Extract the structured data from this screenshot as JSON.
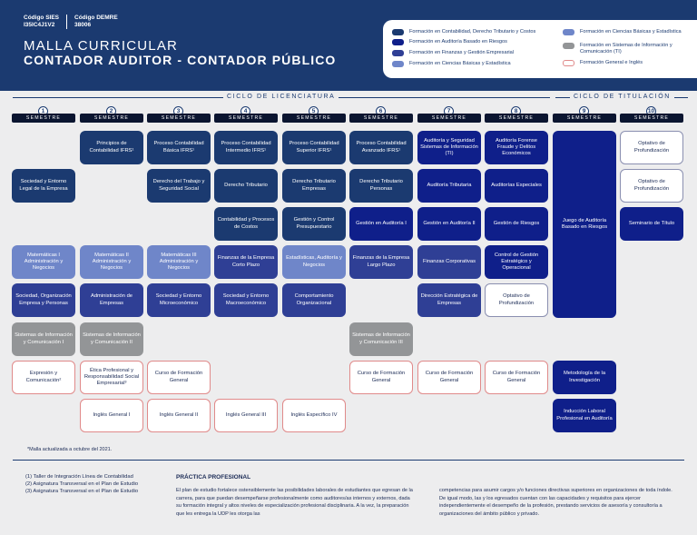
{
  "header": {
    "code_sies_label": "Código SIES",
    "code_sies_value": "I35IC4J1V2",
    "code_demre_label": "Código DEMRE",
    "code_demre_value": "38006",
    "title_line1": "MALLA CURRICULAR",
    "title_line2": "CONTADOR AUDITOR - CONTADOR PÚBLICO"
  },
  "legend": [
    {
      "label": "Formación en Contabilidad, Derecho Tributario y Costos",
      "color": "#1b3a70"
    },
    {
      "label": "Formación en Auditoría Basado en Riesgos",
      "color": "#0f1f8a"
    },
    {
      "label": "Formación en Finanzas y Gestión Empresarial",
      "color": "#2f3f95"
    },
    {
      "label": "Formación en Ciencias Básicas y Estadística",
      "color": "#6f86c9"
    },
    {
      "label": "Formación en Ciencias Básicas y Estadística",
      "color": "#6f86c9"
    },
    {
      "label": "Formación en Sistemas de Información y Comunicación (TI)",
      "color": "#939597"
    },
    {
      "label": "Formación General e Inglés",
      "color": "#ffffff"
    }
  ],
  "cycles": {
    "licenciatura": "CICLO DE LICENCIATURA",
    "titulacion": "CICLO DE TITULACIÓN"
  },
  "semester_label": "SEMESTRE",
  "semesters": [
    "1",
    "2",
    "3",
    "4",
    "5",
    "6",
    "7",
    "8",
    "9",
    "10"
  ],
  "courses": {
    "s1": [
      "Sociedad y Entorno Legal de la Empresa",
      "Matemáticas I Administración y Negocios",
      "Sociedad, Organización Empresa y Personas",
      "Sistemas de Información y Comunicación I",
      "Expresión y Comunicación²"
    ],
    "s2": [
      "Principios de Contabilidad IFRS¹",
      "Matemáticas II Administración y Negocios",
      "Administración de Empresas",
      "Sistemas de Información y Comunicación II",
      "Ética Profesional y Responsabilidad Social Empresarial³",
      "Inglés General I"
    ],
    "s3": [
      "Proceso Contabilidad Básica IFRS¹",
      "Derecho del Trabajo y Seguridad Social",
      "Matemáticas III Administración y Negocios",
      "Sociedad y Entorno Microeconómico",
      "Curso de Formación General",
      "Inglés General II"
    ],
    "s4": [
      "Proceso Contabilidad Intermedio IFRS¹",
      "Derecho Tributario",
      "Contabilidad y Procesos de Costos",
      "Finanzas de la Empresa Corto Plazo",
      "Sociedad y Entorno Macroeconómico",
      "Inglés General III"
    ],
    "s5": [
      "Proceso Contabilidad Superior IFRS¹",
      "Derecho Tributario Empresas",
      "Gestión y Control Presupuestario",
      "Estadísticas, Auditoría y Negocios",
      "Comportamiento Organizacional",
      "Inglés Específico IV"
    ],
    "s6": [
      "Proceso Contabilidad Avanzado IFRS¹",
      "Derecho Tributario Personas",
      "Gestión en Auditoría I",
      "Finanzas de la Empresa Largo Plazo",
      "Sistemas de Información y Comunicación III",
      "Curso de Formación General"
    ],
    "s7": [
      "Auditoría y Seguridad Sistemas de Información (TI)",
      "Auditoría Tributaria",
      "Gestión en Auditoría II",
      "Finanzas Corporativas",
      "Dirección Estratégica de Empresas",
      "Curso de Formación General"
    ],
    "s8": [
      "Auditoría Forense Fraude y Delitos Económicos",
      "Auditorías Especiales",
      "Gestión de Riesgos",
      "Control de Gestión Estratégico y Operacional",
      "Optativo de Profundización",
      "Curso de Formación General"
    ],
    "s9": [
      "Juego de Auditoría Basado en Riesgos",
      "Metodología de la Investigación",
      "Inducción Laboral Profesional en Auditoría"
    ],
    "s10": [
      "Optativo de Profundización",
      "Optativo de Profundización",
      "Seminario de Título"
    ]
  },
  "note": "*Malla actualizada a octubre del 2021.",
  "footnotes": [
    "(1) Taller de Integración Línea de Contabilidad",
    "(2) Asignatura Transversal en el Plan de Estudio",
    "(3) Asignatura Transversal en el Plan de Estudio"
  ],
  "practice": {
    "title": "PRÁCTICA PROFESIONAL",
    "para1": "El plan de estudio fortalece ostensiblemente las posibilidades laborales de estudiantes que egresan de la carrera, para que puedan desempeñarse profesionalmente como auditores/as internos y externos, dada su formación integral y altos niveles de especialización profesional disciplinaria. A la vez, la preparación que les entrega la UDP les otorga las",
    "para2": "competencias para asumir cargos y/o funciones directivas superiores en organizaciones de toda índole. De igual modo, las y los egresados cuentan con las capacidades y requisitos para ejercer independientemente el desempeño de la profesión, prestando servicios de asesoría y consultoría a organizaciones del ámbito público y privado."
  }
}
